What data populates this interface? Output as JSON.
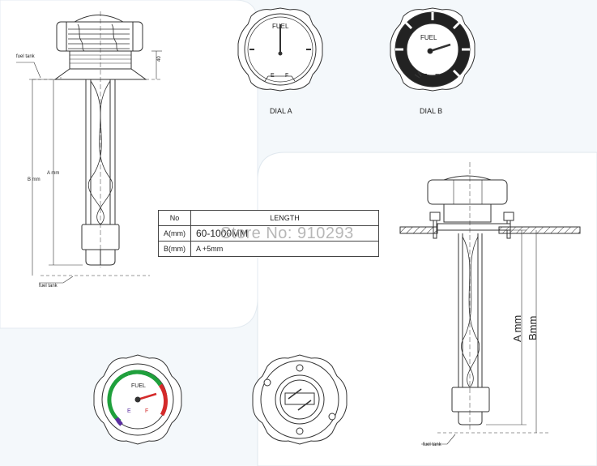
{
  "labels": {
    "fuel_tank_1": "fuel tank",
    "fuel_tank_2": "fuel tank",
    "fuel_tank_3": "fuel tank",
    "dim_40": "40",
    "dim_b_left": "B mm",
    "dim_a_left": "A mm",
    "dim_a_right": "A mm",
    "dim_b_right": "Bmm",
    "dial_a": "DIAL A",
    "dial_b": "DIAL B",
    "fuel": "FUEL",
    "e": "E",
    "f": "F"
  },
  "table": {
    "header_no": "No",
    "header_length": "LENGTH",
    "rows": [
      {
        "no": "A(mm)",
        "length": "60-1000MM"
      },
      {
        "no": "B(mm)",
        "length": "A +5mm"
      }
    ]
  },
  "watermark": "Store No: 910293",
  "colors": {
    "background": "#f4f8fb",
    "panel": "#ffffff",
    "line": "#333333",
    "gauge_green": "#1fa03c",
    "gauge_red": "#d42a2a",
    "gauge_purple": "#5b2fa0"
  }
}
